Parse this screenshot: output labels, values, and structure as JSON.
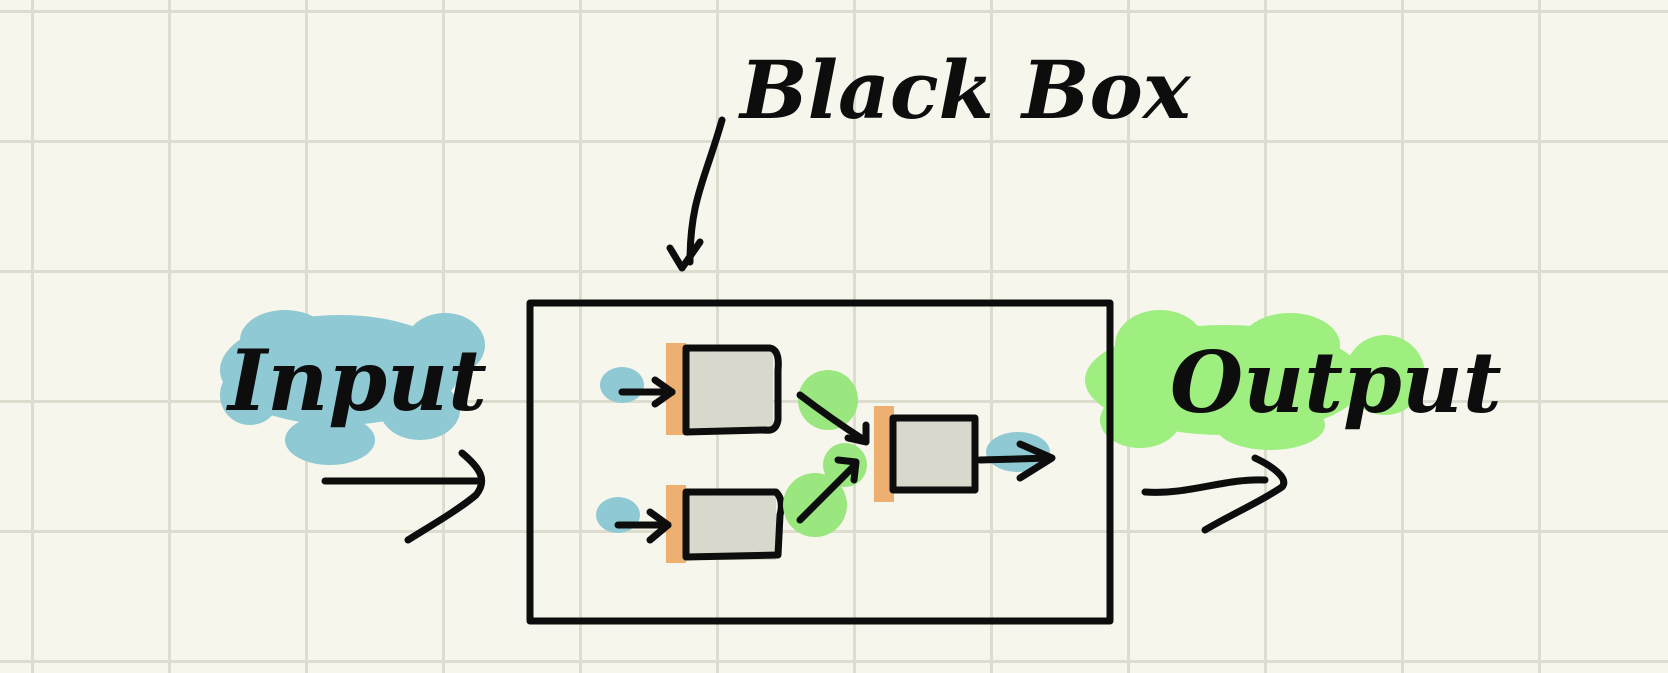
{
  "labels": {
    "title": "Black Box",
    "input": "Input",
    "output": "Output"
  },
  "colors": {
    "paper": "#f6f6ec",
    "grid": "#dcdccf",
    "ink": "#0d0d0d",
    "input_highlight": "#8ec9d4",
    "output_highlight": "#9eee80",
    "connector_green": "#9ae67f",
    "box_fill": "#d8d8cc",
    "box_edge": "#edb070"
  }
}
